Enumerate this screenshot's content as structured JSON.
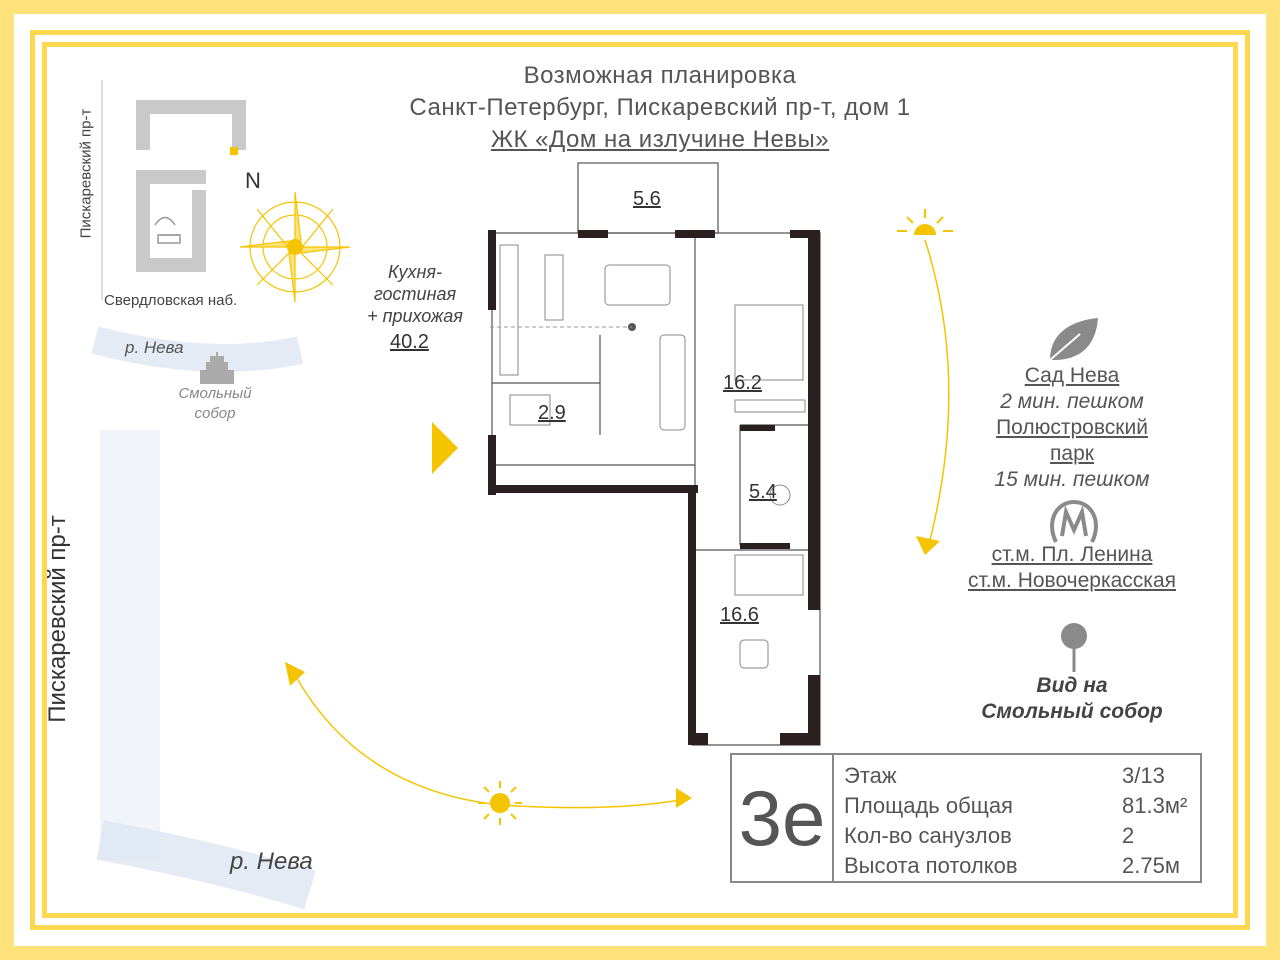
{
  "header": {
    "line1": "Возможная планировка",
    "line2": "Санкт-Петербург, Пискаревский пр-т, дом 1",
    "line3": "ЖК «Дом на излучине Невы»"
  },
  "map": {
    "street_vertical_small": "Пискаревский пр-т",
    "embankment": "Свердловская наб.",
    "river_small": "р. Нева",
    "landmark_line1": "Смольный",
    "landmark_line2": "собор",
    "north_label": "N",
    "street_vertical_large": "Пискаревский пр-т",
    "river_large": "р. Нева"
  },
  "rooms": {
    "balcony_area": "5.6",
    "kitchen_label_1": "Кухня-",
    "kitchen_label_2": "гостиная",
    "kitchen_label_3": "+ прихожая",
    "kitchen_area": "40.2",
    "bath1_area": "2.9",
    "bedroom1_area": "16.2",
    "bath2_area": "5.4",
    "bedroom2_area": "16.6"
  },
  "info": {
    "park1_name": "Сад Нева",
    "park1_walk": "2 мин. пешком",
    "park2_name_1": "Полюстровский",
    "park2_name_2": "парк",
    "park2_walk": "15 мин. пешком",
    "metro1": "ст.м. Пл. Ленина",
    "metro2": "ст.м. Новочеркасская",
    "view_1": "Вид на",
    "view_2": "Смольный собор"
  },
  "specs": {
    "code": "3е",
    "rows": [
      {
        "label": "Этаж",
        "value": "3/13"
      },
      {
        "label": "Площадь общая",
        "value": "81.3м²"
      },
      {
        "label": "Кол-во санузлов",
        "value": "2"
      },
      {
        "label": "Высота потолков",
        "value": "2.75м"
      }
    ]
  },
  "colors": {
    "accent_yellow": "#ffd84f",
    "sun_yellow": "#f5c400",
    "wall_dark": "#2b2020",
    "icon_gray": "#8a8a8a"
  }
}
